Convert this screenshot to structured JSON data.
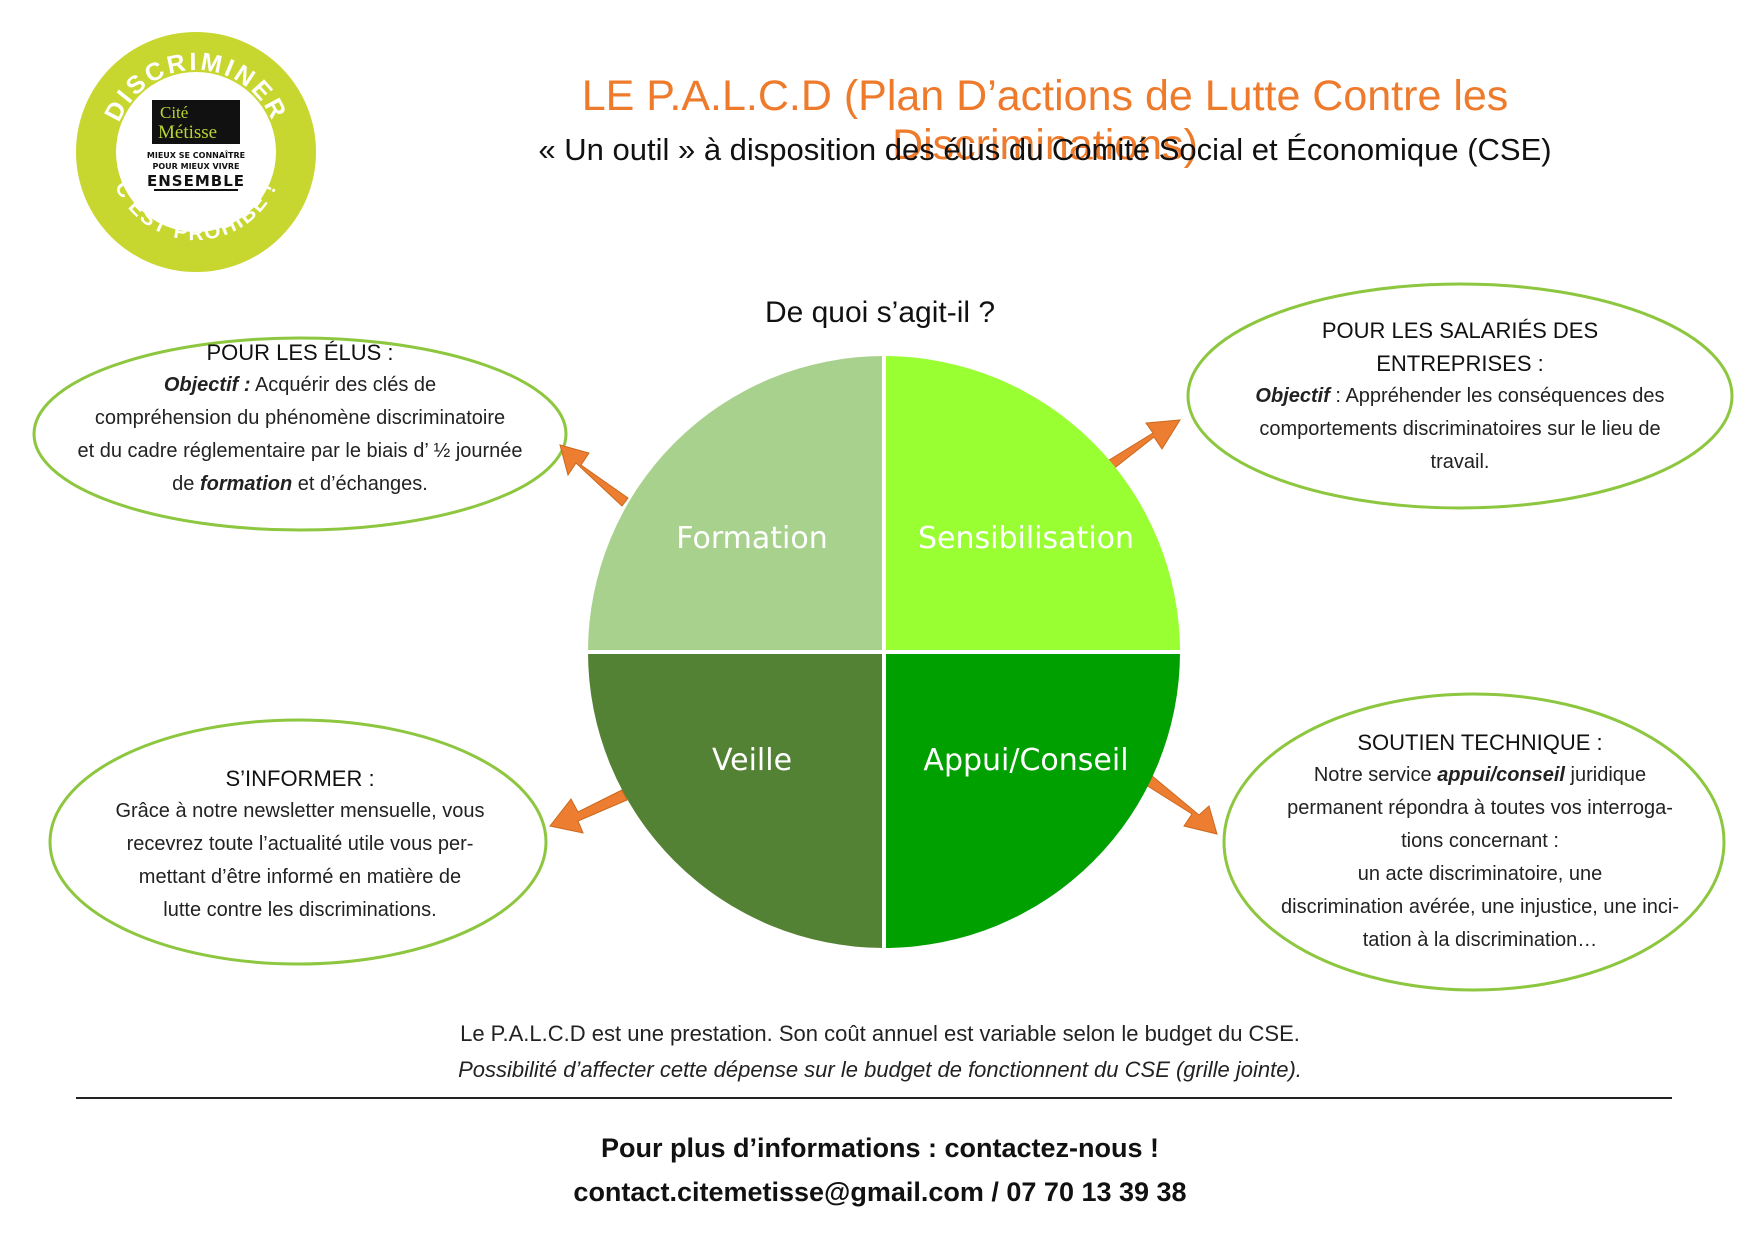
{
  "header": {
    "title": "LE P.A.L.C.D (Plan D’actions de Lutte Contre les Discriminations)",
    "subtitle": "« Un outil » à disposition des élus du Comité Social et Économique (CSE)"
  },
  "logo": {
    "ring_top": "DISCRIMINER",
    "ring_bottom": "C’EST PROHIBÉ !",
    "brand_line1": "Cité",
    "brand_line2": "Métisse",
    "tagline1": "MIEUX SE CONNAÎTRE",
    "tagline2": "POUR MIEUX VIVRE",
    "tagline3": "ENSEMBLE",
    "ring_color": "#c8d630"
  },
  "diagram": {
    "question": "De quoi s’agit-il ?",
    "quadrants": [
      {
        "label": "Formation",
        "color": "#a9d18e"
      },
      {
        "label": "Sensibilisation",
        "color": "#99ff33"
      },
      {
        "label": "Veille",
        "color": "#548235"
      },
      {
        "label": "Appui/Conseil",
        "color": "#00a000"
      }
    ],
    "arrow_color": "#ed7d31",
    "ellipse_border_color": "#8dc63f"
  },
  "boxes": {
    "elus": {
      "heading": "POUR LES ÉLUS :",
      "objectif_label": "Objectif :",
      "line1_rest": " Acquérir des clés de",
      "line2": "compréhension du phénomène discriminatoire",
      "line3": "et du cadre réglementaire par le biais d’ ½ journée",
      "line4_pre": "de ",
      "line4_bold": "formation",
      "line4_post": " et d’échanges."
    },
    "salaries": {
      "heading_line1": "POUR LES SALARIÉS DES",
      "heading_line2": "ENTREPRISES :",
      "objectif_label": "Objectif",
      "line1_rest": " : Appréhender les conséquences des",
      "line2": "comportements discriminatoires sur le lieu de",
      "line3": "travail."
    },
    "informer": {
      "heading": "S’INFORMER :",
      "line1": "Grâce à notre newsletter mensuelle, vous",
      "line2": "recevrez toute l’actualité utile vous per-",
      "line3": "mettant d’être informé en matière de",
      "line4": "lutte contre les discriminations."
    },
    "soutien": {
      "heading": "SOUTIEN TECHNIQUE :",
      "line1_pre": "Notre service ",
      "line1_bold": "appui/conseil",
      "line1_post": " juridique",
      "line2": "permanent répondra à toutes vos interroga-",
      "line3": "tions concernant :",
      "line4": "un acte discriminatoire, une",
      "line5": "discrimination avérée, une injustice, une inci-",
      "line6": "tation à la discrimination…"
    }
  },
  "footer": {
    "note1": "Le P.A.L.C.D est une prestation. Son coût annuel est variable selon le budget du CSE.",
    "note2": "Possibilité d’affecter cette dépense sur le budget de fonctionnent du CSE (grille jointe).",
    "contact_line1": "Pour plus d’informations : contactez-nous !",
    "contact_line2": "contact.citemetisse@gmail.com / 07 70 13 39 38"
  }
}
